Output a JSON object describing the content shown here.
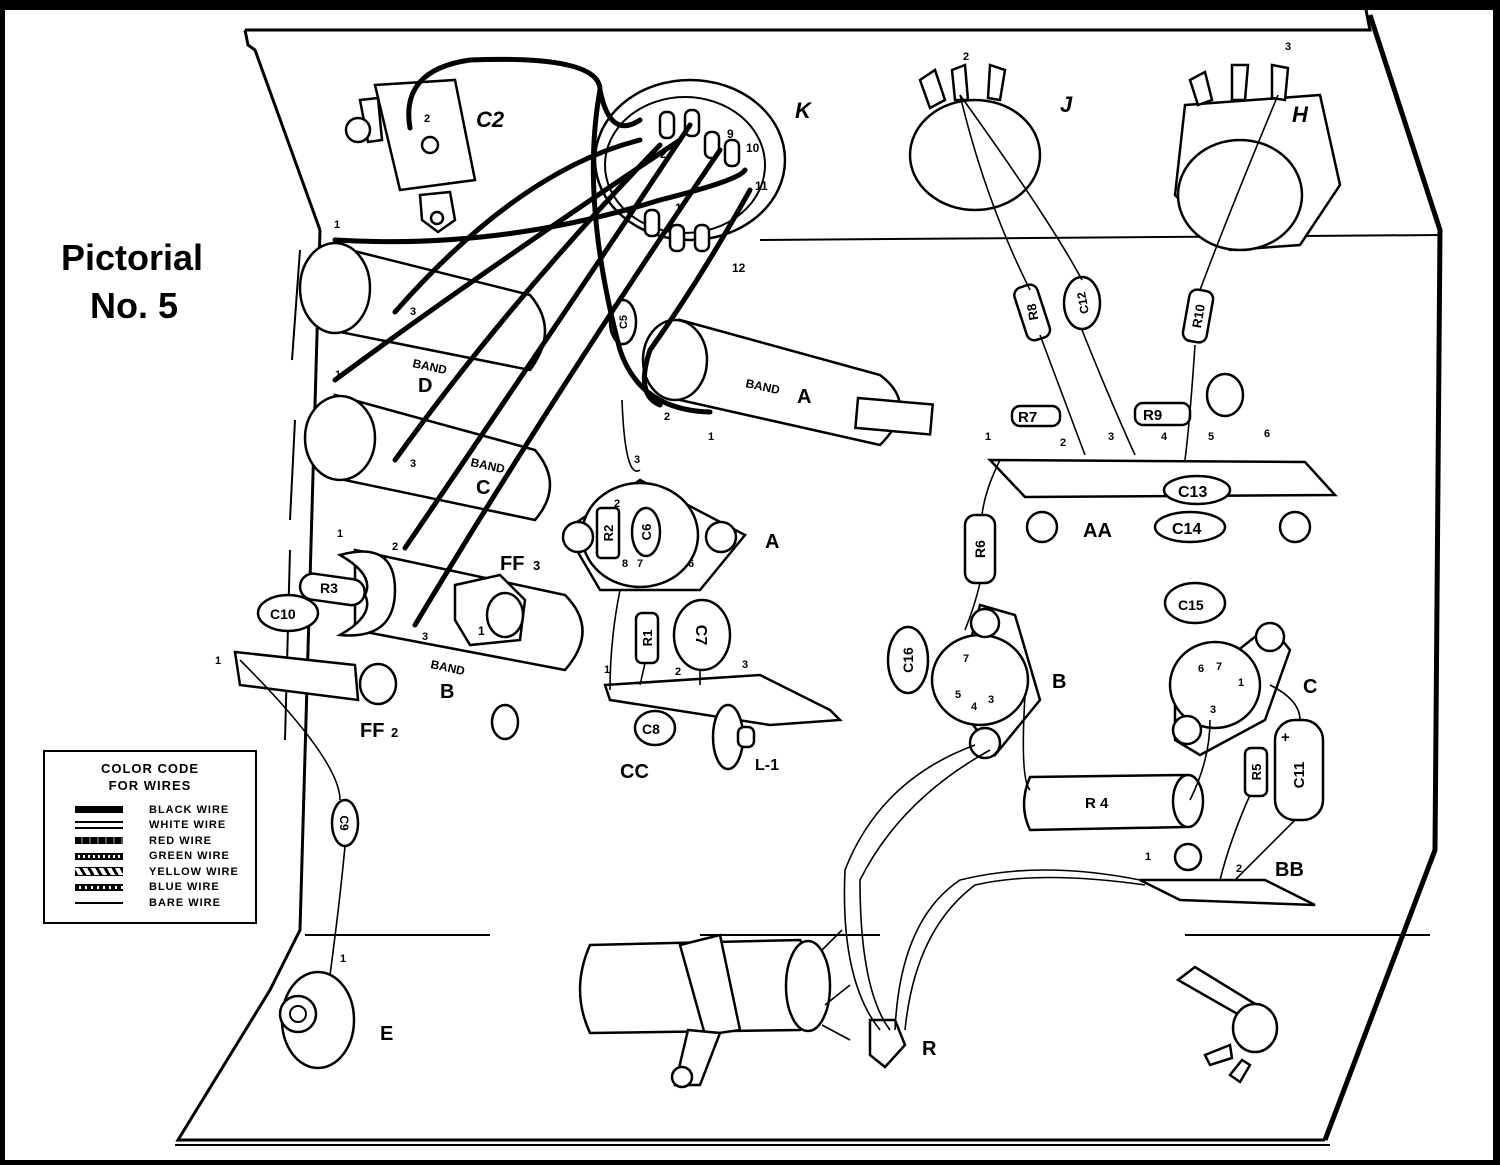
{
  "title": {
    "line1": "Pictorial",
    "line2": "No. 5"
  },
  "legend": {
    "title_line1": "COLOR CODE",
    "title_line2": "FOR WIRES",
    "entries": [
      {
        "swatch": "black",
        "label": "BLACK WIRE"
      },
      {
        "swatch": "white",
        "label": "WHITE WIRE"
      },
      {
        "swatch": "red",
        "label": "RED WIRE"
      },
      {
        "swatch": "green",
        "label": "GREEN WIRE"
      },
      {
        "swatch": "yellow",
        "label": "YELLOW WIRE"
      },
      {
        "swatch": "blue",
        "label": "BLUE WIRE"
      },
      {
        "swatch": "bare",
        "label": "BARE WIRE"
      }
    ]
  },
  "components": {
    "C2": "C2",
    "K": "K",
    "J": "J",
    "H": "H",
    "band_a_word": "BAND",
    "band_a_letter": "A",
    "band_b_word": "BAND",
    "band_b_letter": "B",
    "band_c_word": "BAND",
    "band_c_letter": "C",
    "band_d_word": "BAND",
    "band_d_letter": "D",
    "C5": "C5",
    "R8": "R8",
    "C12": "C12",
    "R10": "R10",
    "R7": "R7",
    "R9": "R9",
    "C13": "C13",
    "C14": "C14",
    "AA": "AA",
    "R6": "R6",
    "A": "A",
    "R2": "R2",
    "C6": "C6",
    "R1": "R1",
    "C7": "C7",
    "C8": "C8",
    "L1": "L-1",
    "CC": "CC",
    "R3": "R3",
    "C10": "C10",
    "FF3": "FF",
    "FF3_sub": "3",
    "FF2": "FF",
    "FF2_sub": "2",
    "C16": "C16",
    "B": "B",
    "C15": "C15",
    "C": "C",
    "R4": "R 4",
    "R5": "R5",
    "C11": "C11",
    "C11_plus": "+",
    "BB": "BB",
    "C9": "C9",
    "E": "E",
    "R": "R"
  },
  "terminals": {
    "k_2": "2",
    "k_9": "9",
    "k_10": "10",
    "k_11": "11",
    "k_12": "12",
    "k_1": "1",
    "c2_2": "2",
    "j_2": "2",
    "h_3": "3",
    "d_1": "1",
    "d_3": "3",
    "c_3": "3",
    "b_1": "1",
    "b_2": "2",
    "b_3": "3",
    "ff3_1": "1",
    "ff2_1": "1",
    "a_2": "2",
    "a_1": "1",
    "aband_1": "1",
    "tubeA_3": "3",
    "tubeA_2": "2",
    "tubeA_7": "7",
    "tubeA_6": "6",
    "tubeA_8": "8",
    "cc_1": "1",
    "cc_2": "2",
    "cc_3": "3",
    "aa_1": "1",
    "aa_2": "2",
    "aa_3": "3",
    "aa_4": "4",
    "aa_5": "5",
    "aa_6": "6",
    "tubeB_7": "7",
    "tubeB_5": "5",
    "tubeB_4": "4",
    "tubeB_3": "3",
    "tubeC_6": "6",
    "tubeC_7": "7",
    "tubeC_1": "1",
    "tubeC_3": "3",
    "bb_1": "1",
    "bb_2": "2",
    "e_1": "1"
  }
}
